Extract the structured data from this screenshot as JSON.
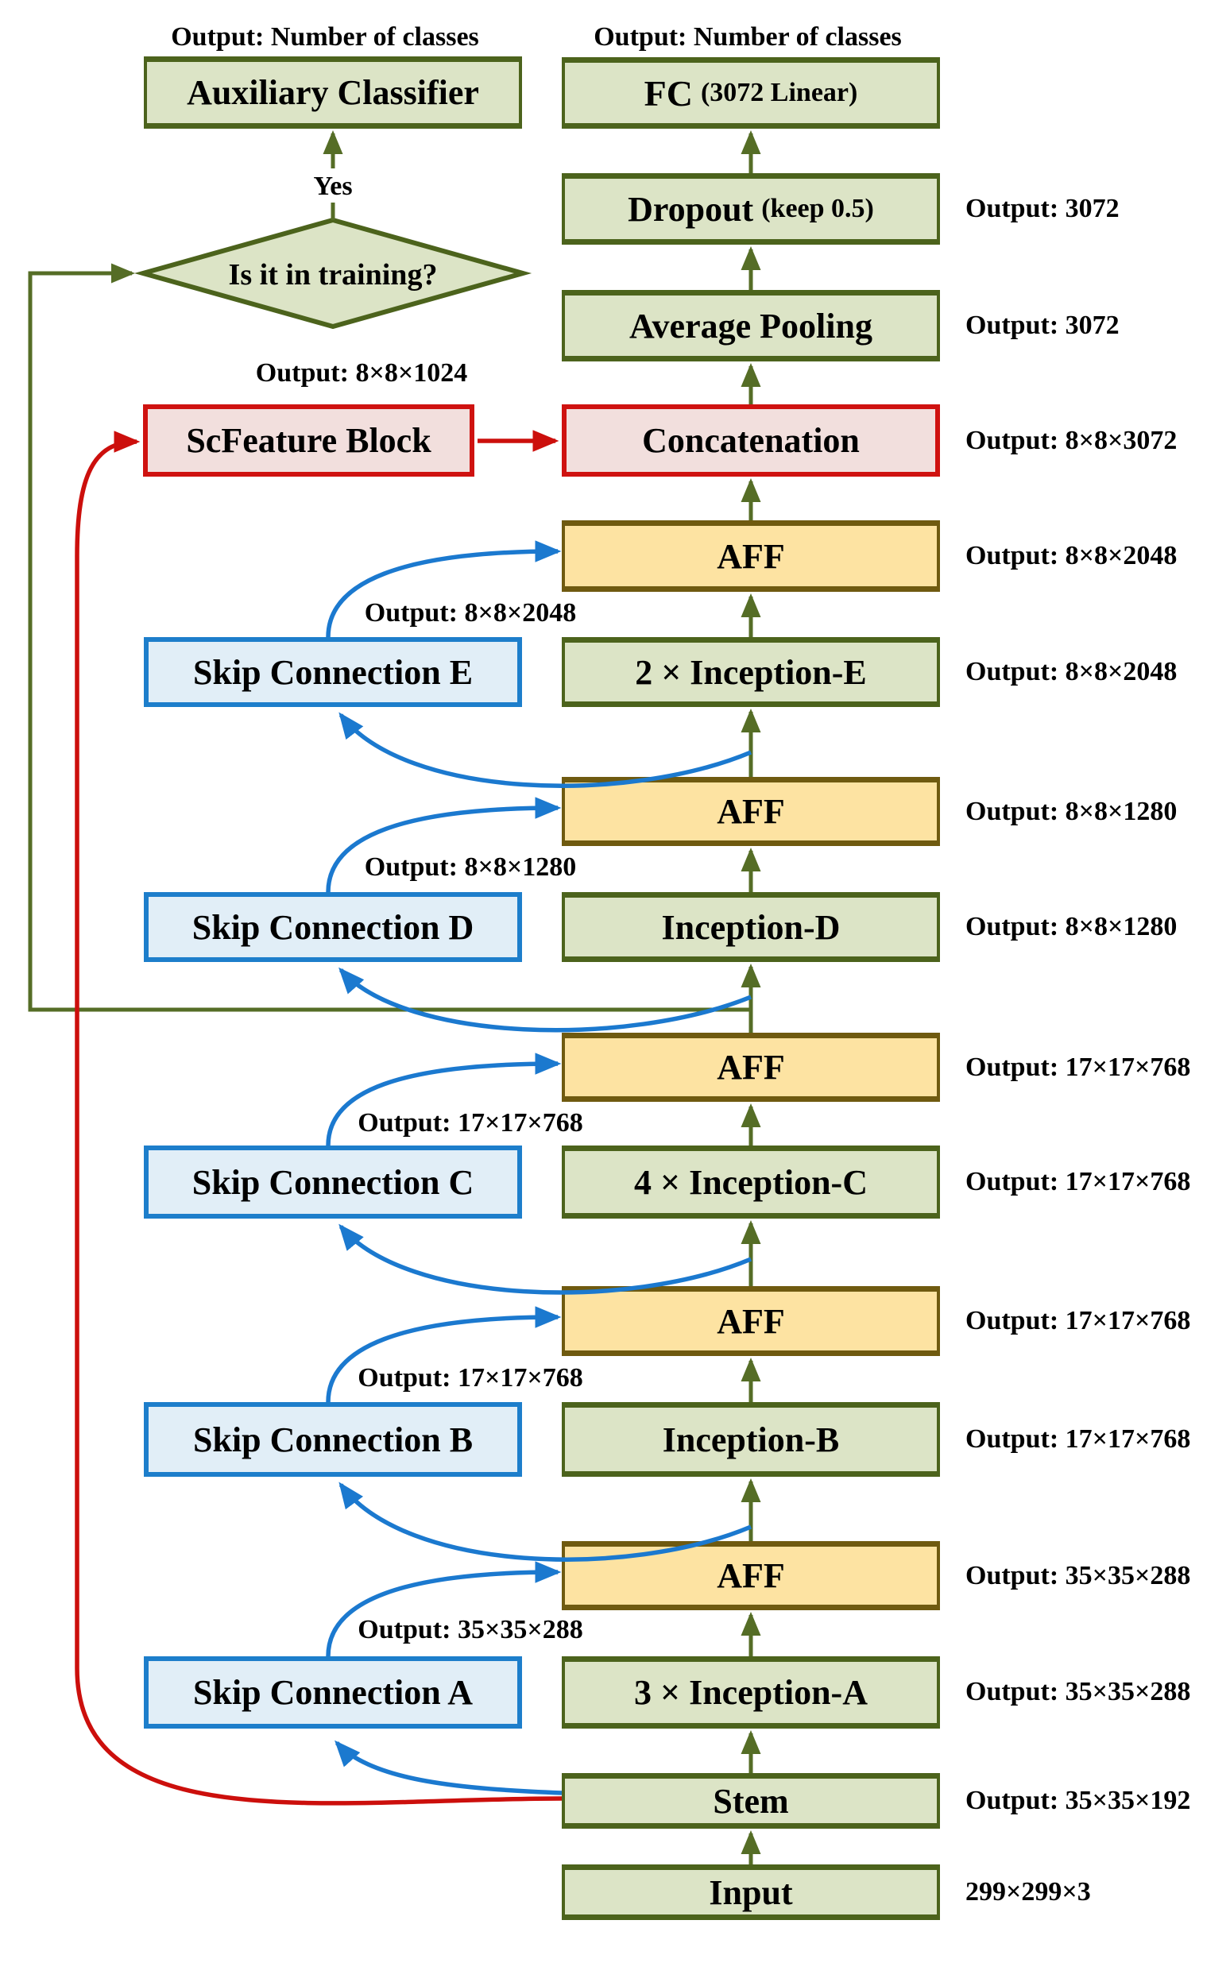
{
  "colors": {
    "green_fill": "#dce4c6",
    "green_border": "#4c631c",
    "yellow_fill": "#fde3a2",
    "yellow_border": "#6f5a10",
    "blue_fill": "#e1eef7",
    "blue_border": "#1d7ecb",
    "red_fill": "#f2dfdd",
    "red_border": "#cf1210",
    "arrow_olive": "#556d26",
    "arrow_blue": "#1b79cf",
    "arrow_red": "#cc0f0c",
    "text": "#000000"
  },
  "top_labels": {
    "aux_output": "Output: Number of classes",
    "fc_output": "Output: Number of classes"
  },
  "aux_classifier": {
    "label": "Auxiliary Classifier"
  },
  "decision": {
    "question": "Is it in training?",
    "yes": "Yes"
  },
  "scfeature": {
    "label": "ScFeature Block",
    "output_above": "Output: 8×8×1024"
  },
  "main_blocks": [
    {
      "label": "FC",
      "sublabel": "(3072 Linear)"
    },
    {
      "label": "Dropout",
      "sublabel": "(keep 0.5)",
      "output": "Output: 3072"
    },
    {
      "label": "Average Pooling",
      "output": "Output: 3072"
    },
    {
      "label": "Concatenation",
      "output": "Output: 8×8×3072"
    },
    {
      "label": "AFF",
      "output": "Output: 8×8×2048"
    },
    {
      "label": "2 × Inception-E",
      "output": "Output: 8×8×2048"
    },
    {
      "label": "AFF",
      "output": "Output: 8×8×1280"
    },
    {
      "label": "Inception-D",
      "output": "Output: 8×8×1280"
    },
    {
      "label": "AFF",
      "output": "Output: 17×17×768"
    },
    {
      "label": "4 × Inception-C",
      "output": "Output: 17×17×768"
    },
    {
      "label": "AFF",
      "output": "Output: 17×17×768"
    },
    {
      "label": "Inception-B",
      "output": "Output: 17×17×768"
    },
    {
      "label": "AFF",
      "output": "Output: 35×35×288"
    },
    {
      "label": "3 × Inception-A",
      "output": "Output: 35×35×288"
    },
    {
      "label": "Stem",
      "output": "Output: 35×35×192"
    },
    {
      "label": "Input",
      "output": "299×299×3"
    }
  ],
  "skip_blocks": [
    {
      "label": "Skip Connection E",
      "output_above": "Output: 8×8×2048"
    },
    {
      "label": "Skip Connection D",
      "output_above": "Output: 8×8×1280"
    },
    {
      "label": "Skip Connection C",
      "output_above": "Output: 17×17×768"
    },
    {
      "label": "Skip Connection B",
      "output_above": "Output: 17×17×768"
    },
    {
      "label": "Skip Connection A",
      "output_above": "Output: 35×35×288"
    }
  ]
}
